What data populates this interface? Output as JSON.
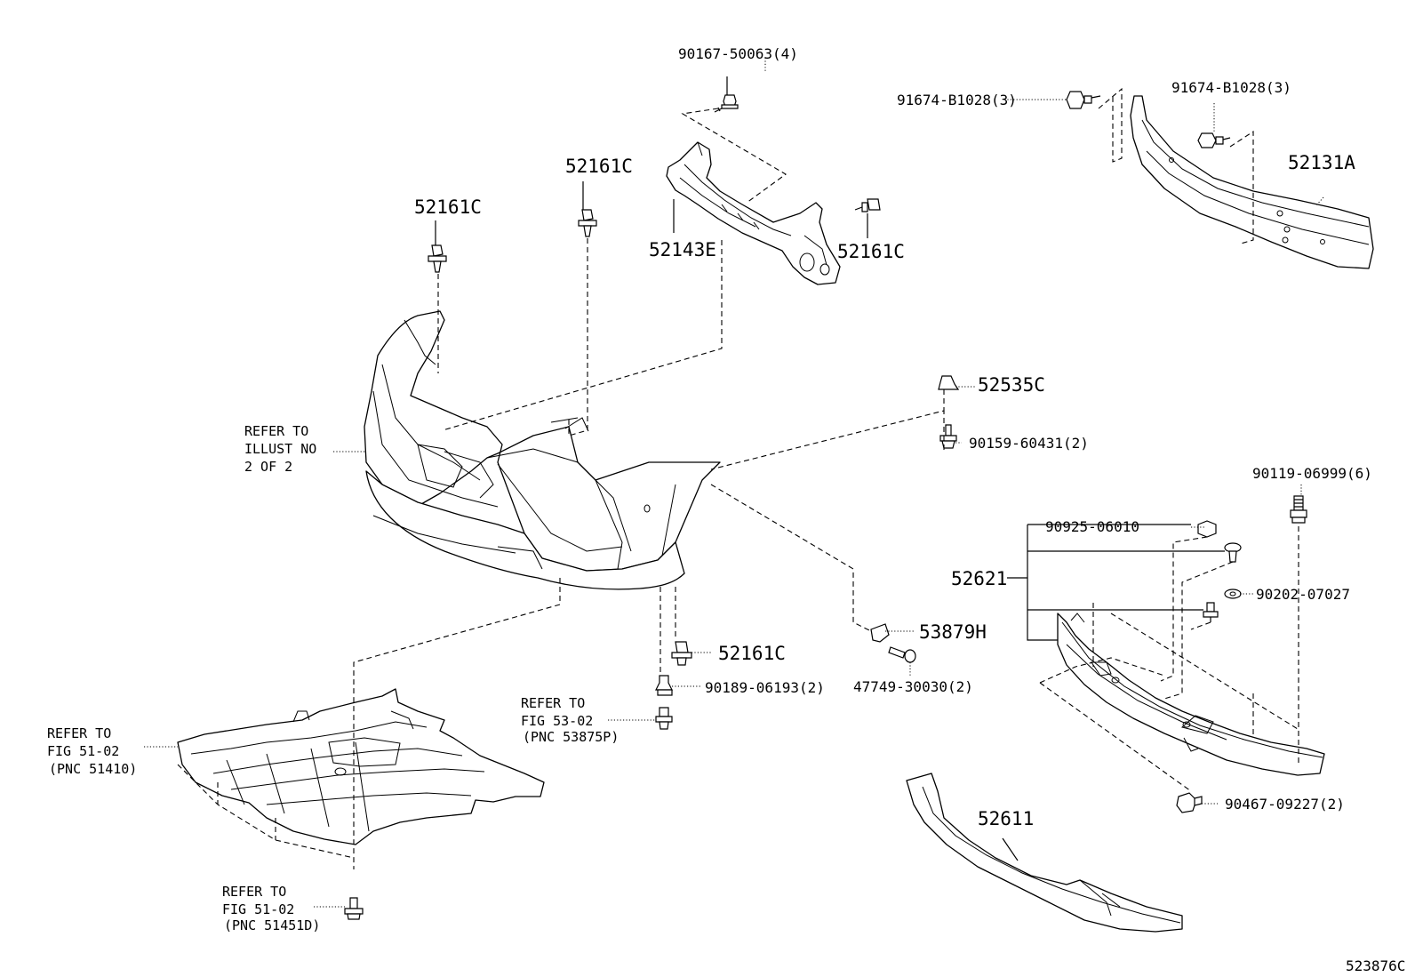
{
  "parts": {
    "p_90167_50063": "90167-50063(4)",
    "p_91674_b1028_left": "91674-B1028(3)",
    "p_91674_b1028_right": "91674-B1028(3)",
    "p_52131a": "52131A",
    "p_52161c_top_left": "52161C",
    "p_52161c_top_mid": "52161C",
    "p_52143e": "52143E",
    "p_52161c_right": "52161C",
    "p_52535c": "52535C",
    "p_90159_60431": "90159-60431(2)",
    "p_90119_06999": "90119-06999(6)",
    "p_90925_06010": "90925-06010",
    "p_52621": "52621",
    "p_90202_07027": "90202-07027",
    "p_53879h": "53879H",
    "p_47749_30030": "47749-30030(2)",
    "p_52161c_bottom": "52161C",
    "p_90189_06193": "90189-06193(2)",
    "p_90467_09227": "90467-09227(2)",
    "p_52611": "52611",
    "diagram_id": "523876C"
  },
  "references": {
    "illust": [
      "REFER TO",
      "ILLUST NO",
      "2 OF 2"
    ],
    "fig_53_02": [
      "REFER TO",
      "FIG 53-02",
      "(PNC 53875P)"
    ],
    "fig_51_02_a": [
      "REFER TO",
      "FIG 51-02",
      "(PNC 51410)"
    ],
    "fig_51_02_b": [
      "REFER TO",
      "FIG 51-02",
      "(PNC 51451D)"
    ]
  }
}
